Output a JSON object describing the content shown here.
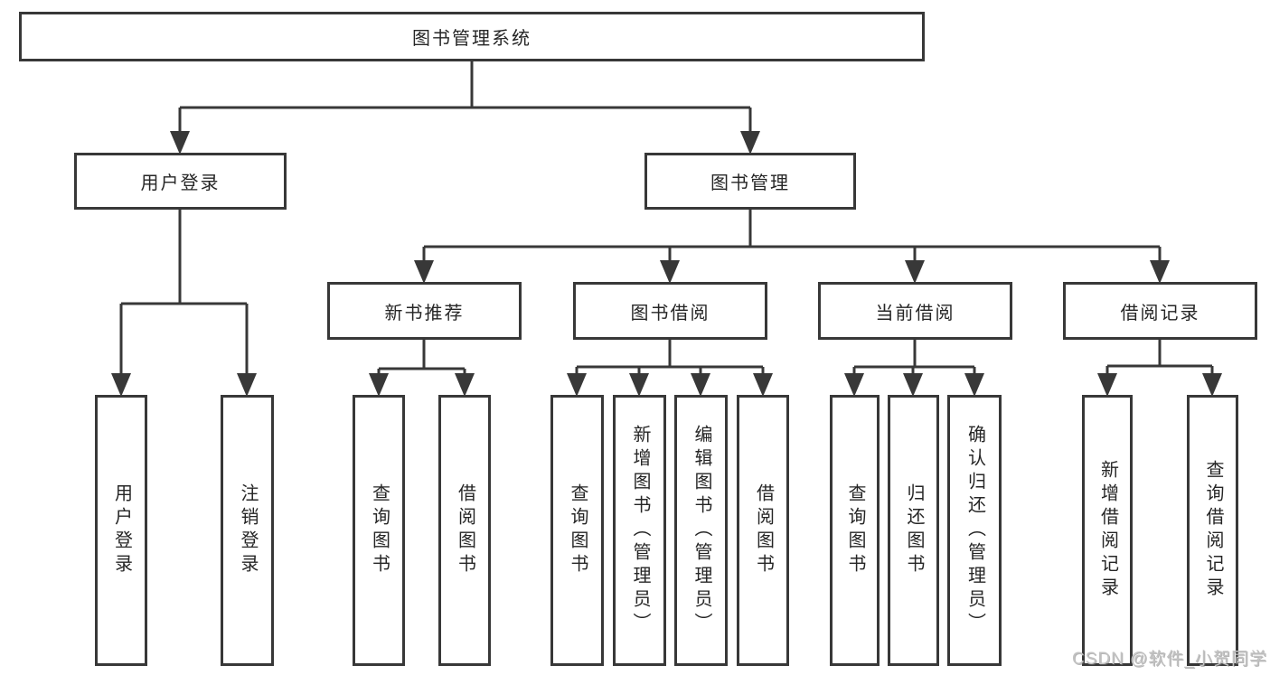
{
  "title": {
    "label": "图书管理系统"
  },
  "level2": {
    "user_login": {
      "label": "用户登录"
    },
    "book_mgmt": {
      "label": "图书管理"
    }
  },
  "level3": {
    "new_book": {
      "label": "新书推荐"
    },
    "borrow": {
      "label": "图书借阅"
    },
    "current": {
      "label": "当前借阅"
    },
    "records": {
      "label": "借阅记录"
    }
  },
  "leaves": {
    "user_login": {
      "parent": "用户登录",
      "label": "用户登录"
    },
    "logout": {
      "parent": "用户登录",
      "label": "注销登录"
    },
    "nb_query": {
      "parent": "新书推荐",
      "label": "查询图书"
    },
    "nb_borrow": {
      "parent": "新书推荐",
      "label": "借阅图书"
    },
    "bw_query": {
      "parent": "图书借阅",
      "label": "查询图书"
    },
    "bw_add": {
      "parent": "图书借阅",
      "label": "新增图书（管理员）"
    },
    "bw_edit": {
      "parent": "图书借阅",
      "label": "编辑图书（管理员）"
    },
    "bw_borrow": {
      "parent": "图书借阅",
      "label": "借阅图书"
    },
    "cur_query": {
      "parent": "当前借阅",
      "label": "查询图书"
    },
    "cur_return": {
      "parent": "当前借阅",
      "label": "归还图书"
    },
    "cur_confirm": {
      "parent": "当前借阅",
      "label": "确认归还（管理员）"
    },
    "rec_add": {
      "parent": "借阅记录",
      "label": "新增借阅记录"
    },
    "rec_query": {
      "parent": "借阅记录",
      "label": "查询借阅记录"
    }
  },
  "watermark": {
    "label": "CSDN @软件_小贺同学"
  },
  "colors": {
    "line": "#383838",
    "box_border": "#383838",
    "text": "#262626",
    "watermark_text": "#c2c2c2",
    "background": "#ffffff"
  }
}
